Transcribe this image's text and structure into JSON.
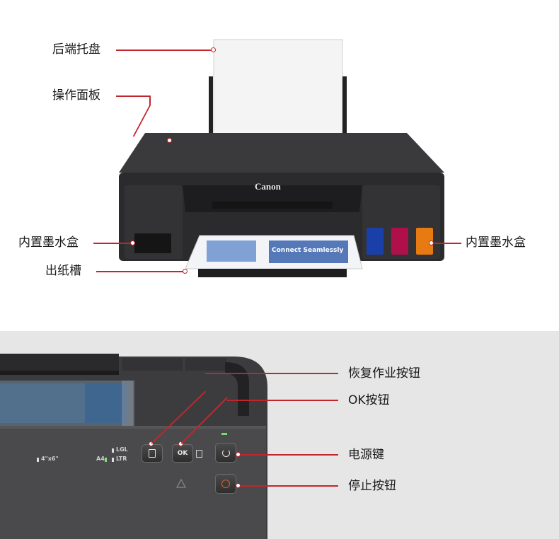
{
  "top_callouts": {
    "rear_tray": "后端托盘",
    "operation_panel": "操作面板",
    "ink_tank_left": "内置墨水盒",
    "ink_tank_right": "内置墨水盒",
    "output_tray": "出纸槽"
  },
  "printer": {
    "brand": "Canon",
    "paper_text": "Connect Seamlessly"
  },
  "panel_callouts": {
    "resume_button": "恢复作业按钮",
    "ok_button": "OK按钮",
    "power_button": "电源键",
    "stop_button": "停止按钮"
  },
  "panel": {
    "ok_label": "OK",
    "size_4x6": "4\"x6\"",
    "size_a4": "A4",
    "size_lgl": "LGL",
    "size_ltr": "LTR"
  },
  "colors": {
    "accent": "#c0272d",
    "ink_cyan": "#1a3fa8",
    "ink_magenta": "#b0104a",
    "ink_yellow": "#e87a12"
  }
}
